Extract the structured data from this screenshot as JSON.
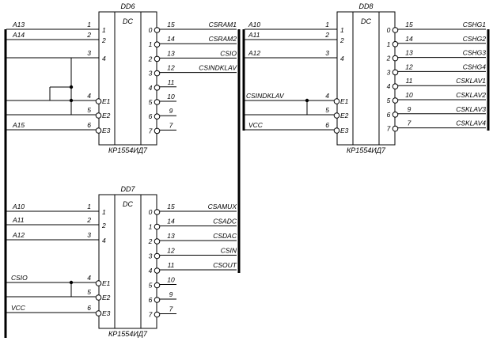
{
  "chips": {
    "dd6": {
      "title": "DD6",
      "func": "DC",
      "part": "КР1554ИД7",
      "inputs": [
        {
          "pin": "1",
          "label": "1",
          "signal": "A13"
        },
        {
          "pin": "2",
          "label": "2",
          "signal": "A14"
        },
        {
          "pin": "3",
          "label": "4",
          "signal": ""
        },
        {
          "pin": "4",
          "label": "E1",
          "signal": ""
        },
        {
          "pin": "5",
          "label": "E2",
          "signal": ""
        },
        {
          "pin": "6",
          "label": "E3",
          "signal": "A15"
        }
      ],
      "outputs": [
        {
          "label": "0",
          "pin": "15",
          "signal": "CSRAM1"
        },
        {
          "label": "1",
          "pin": "14",
          "signal": "CSRAM2"
        },
        {
          "label": "2",
          "pin": "13",
          "signal": "CSIO"
        },
        {
          "label": "3",
          "pin": "12",
          "signal": "CSINDKLAV"
        },
        {
          "label": "4",
          "pin": "11",
          "signal": ""
        },
        {
          "label": "5",
          "pin": "10",
          "signal": ""
        },
        {
          "label": "6",
          "pin": "9",
          "signal": ""
        },
        {
          "label": "7",
          "pin": "7",
          "signal": ""
        }
      ]
    },
    "dd7": {
      "title": "DD7",
      "func": "DC",
      "part": "КР1554ИД7",
      "inputs": [
        {
          "pin": "1",
          "label": "1",
          "signal": "A10"
        },
        {
          "pin": "2",
          "label": "2",
          "signal": "A11"
        },
        {
          "pin": "3",
          "label": "4",
          "signal": "A12"
        },
        {
          "pin": "4",
          "label": "E1",
          "signal": "CSIO"
        },
        {
          "pin": "5",
          "label": "E2",
          "signal": ""
        },
        {
          "pin": "6",
          "label": "E3",
          "signal": "VCC"
        }
      ],
      "outputs": [
        {
          "label": "0",
          "pin": "15",
          "signal": "CSAMUX"
        },
        {
          "label": "1",
          "pin": "14",
          "signal": "CSADC"
        },
        {
          "label": "2",
          "pin": "13",
          "signal": "CSDAC"
        },
        {
          "label": "3",
          "pin": "12",
          "signal": "CSIN"
        },
        {
          "label": "4",
          "pin": "11",
          "signal": "CSOUT"
        },
        {
          "label": "5",
          "pin": "10",
          "signal": ""
        },
        {
          "label": "6",
          "pin": "9",
          "signal": ""
        },
        {
          "label": "7",
          "pin": "7",
          "signal": ""
        }
      ]
    },
    "dd8": {
      "title": "DD8",
      "func": "DC",
      "part": "КР1554ИД7",
      "inputs": [
        {
          "pin": "1",
          "label": "1",
          "signal": "A10"
        },
        {
          "pin": "2",
          "label": "2",
          "signal": "A11"
        },
        {
          "pin": "3",
          "label": "4",
          "signal": "A12"
        },
        {
          "pin": "4",
          "label": "E1",
          "signal": "CSINDKLAV"
        },
        {
          "pin": "5",
          "label": "E2",
          "signal": ""
        },
        {
          "pin": "6",
          "label": "E3",
          "signal": "VCC"
        }
      ],
      "outputs": [
        {
          "label": "0",
          "pin": "15",
          "signal": "CSHG1"
        },
        {
          "label": "1",
          "pin": "14",
          "signal": "CSHG2"
        },
        {
          "label": "2",
          "pin": "13",
          "signal": "CSHG3"
        },
        {
          "label": "3",
          "pin": "12",
          "signal": "CSHG4"
        },
        {
          "label": "4",
          "pin": "11",
          "signal": "CSKLAV1"
        },
        {
          "label": "5",
          "pin": "10",
          "signal": "CSKLAV2"
        },
        {
          "label": "6",
          "pin": "9",
          "signal": "CSKLAV3"
        },
        {
          "label": "7",
          "pin": "7",
          "signal": "CSKLAV4"
        }
      ]
    }
  }
}
